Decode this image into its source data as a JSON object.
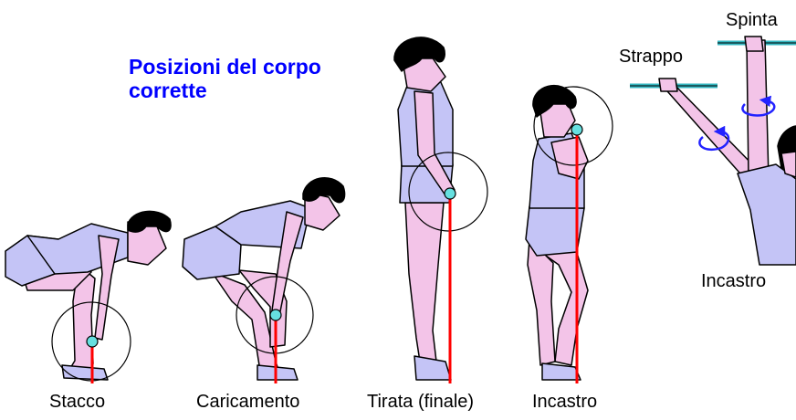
{
  "title": {
    "line1": "Posizioni del corpo",
    "line2": "corrette"
  },
  "labels": {
    "stacco": "Stacco",
    "caricamento": "Caricamento",
    "tirata": "Tirata (finale)",
    "incastro": "Incastro",
    "strappo": "Strappo",
    "spinta": "Spinta",
    "incastro_top": "Incastro"
  },
  "colors": {
    "skin": "#f3c4e8",
    "clothes": "#c4c4f6",
    "outline": "#000000",
    "hair": "#000000",
    "bar_line": "#ff0000",
    "joint": "#66e0e0",
    "rotation_arrow": "#2222ff",
    "barbell": "#33b6c0",
    "title": "#0000ff"
  }
}
